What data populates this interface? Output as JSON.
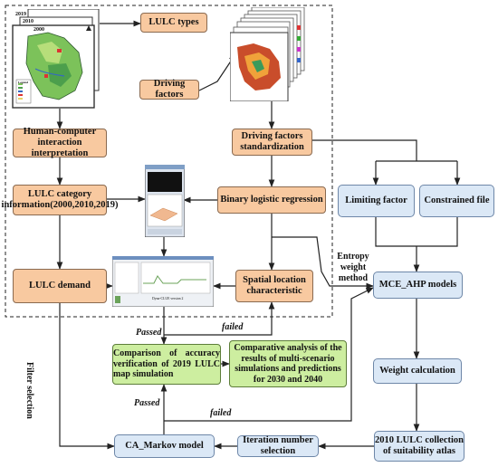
{
  "nodes": {
    "lulc_types": "LULC types",
    "driving_factors": "Driving factors",
    "hci_interpretation": "Human-computer interaction interpretation",
    "driving_standardization": "Driving factors standardization",
    "lulc_category_info": "LULC category information(2000,2010,2019)",
    "binary_logistic": "Binary logistic regression",
    "limiting_factor": "Limiting factor",
    "constrained_file": "Constrained file",
    "lulc_demand": "LULC demand",
    "spatial_location": "Spatial location characteristic",
    "mce_ahp": "MCE_AHP models",
    "comparison_accuracy": "Comparison of accuracy verification of 2019 LULC map simulation",
    "comparative_analysis": "Comparative analysis of the results of multi-scenario simulations and predictions for 2030 and 2040",
    "weight_calculation": "Weight calculation",
    "ca_markov": "CA_Markov model",
    "iteration_selection": "Iteration number selection",
    "suitability_atlas": "2010 LULC collection of suitability atlas"
  },
  "edge_labels": {
    "entropy_weight": "Entropy weight method",
    "failed_1": "failed",
    "passed_1": "Passed",
    "passed_2": "Passed",
    "failed_2": "failed",
    "filter_selection": "Filter selection"
  },
  "thumbnails": {
    "map_years": [
      "2019",
      "2010",
      "2000"
    ],
    "legend_title": "Legend",
    "software_caption": "Dyna-CLUE version 2"
  },
  "colors": {
    "orange_fill": "#f8c9a0",
    "blue_fill": "#dbe8f6",
    "green_fill": "#cdeea0",
    "line": "#222222"
  }
}
